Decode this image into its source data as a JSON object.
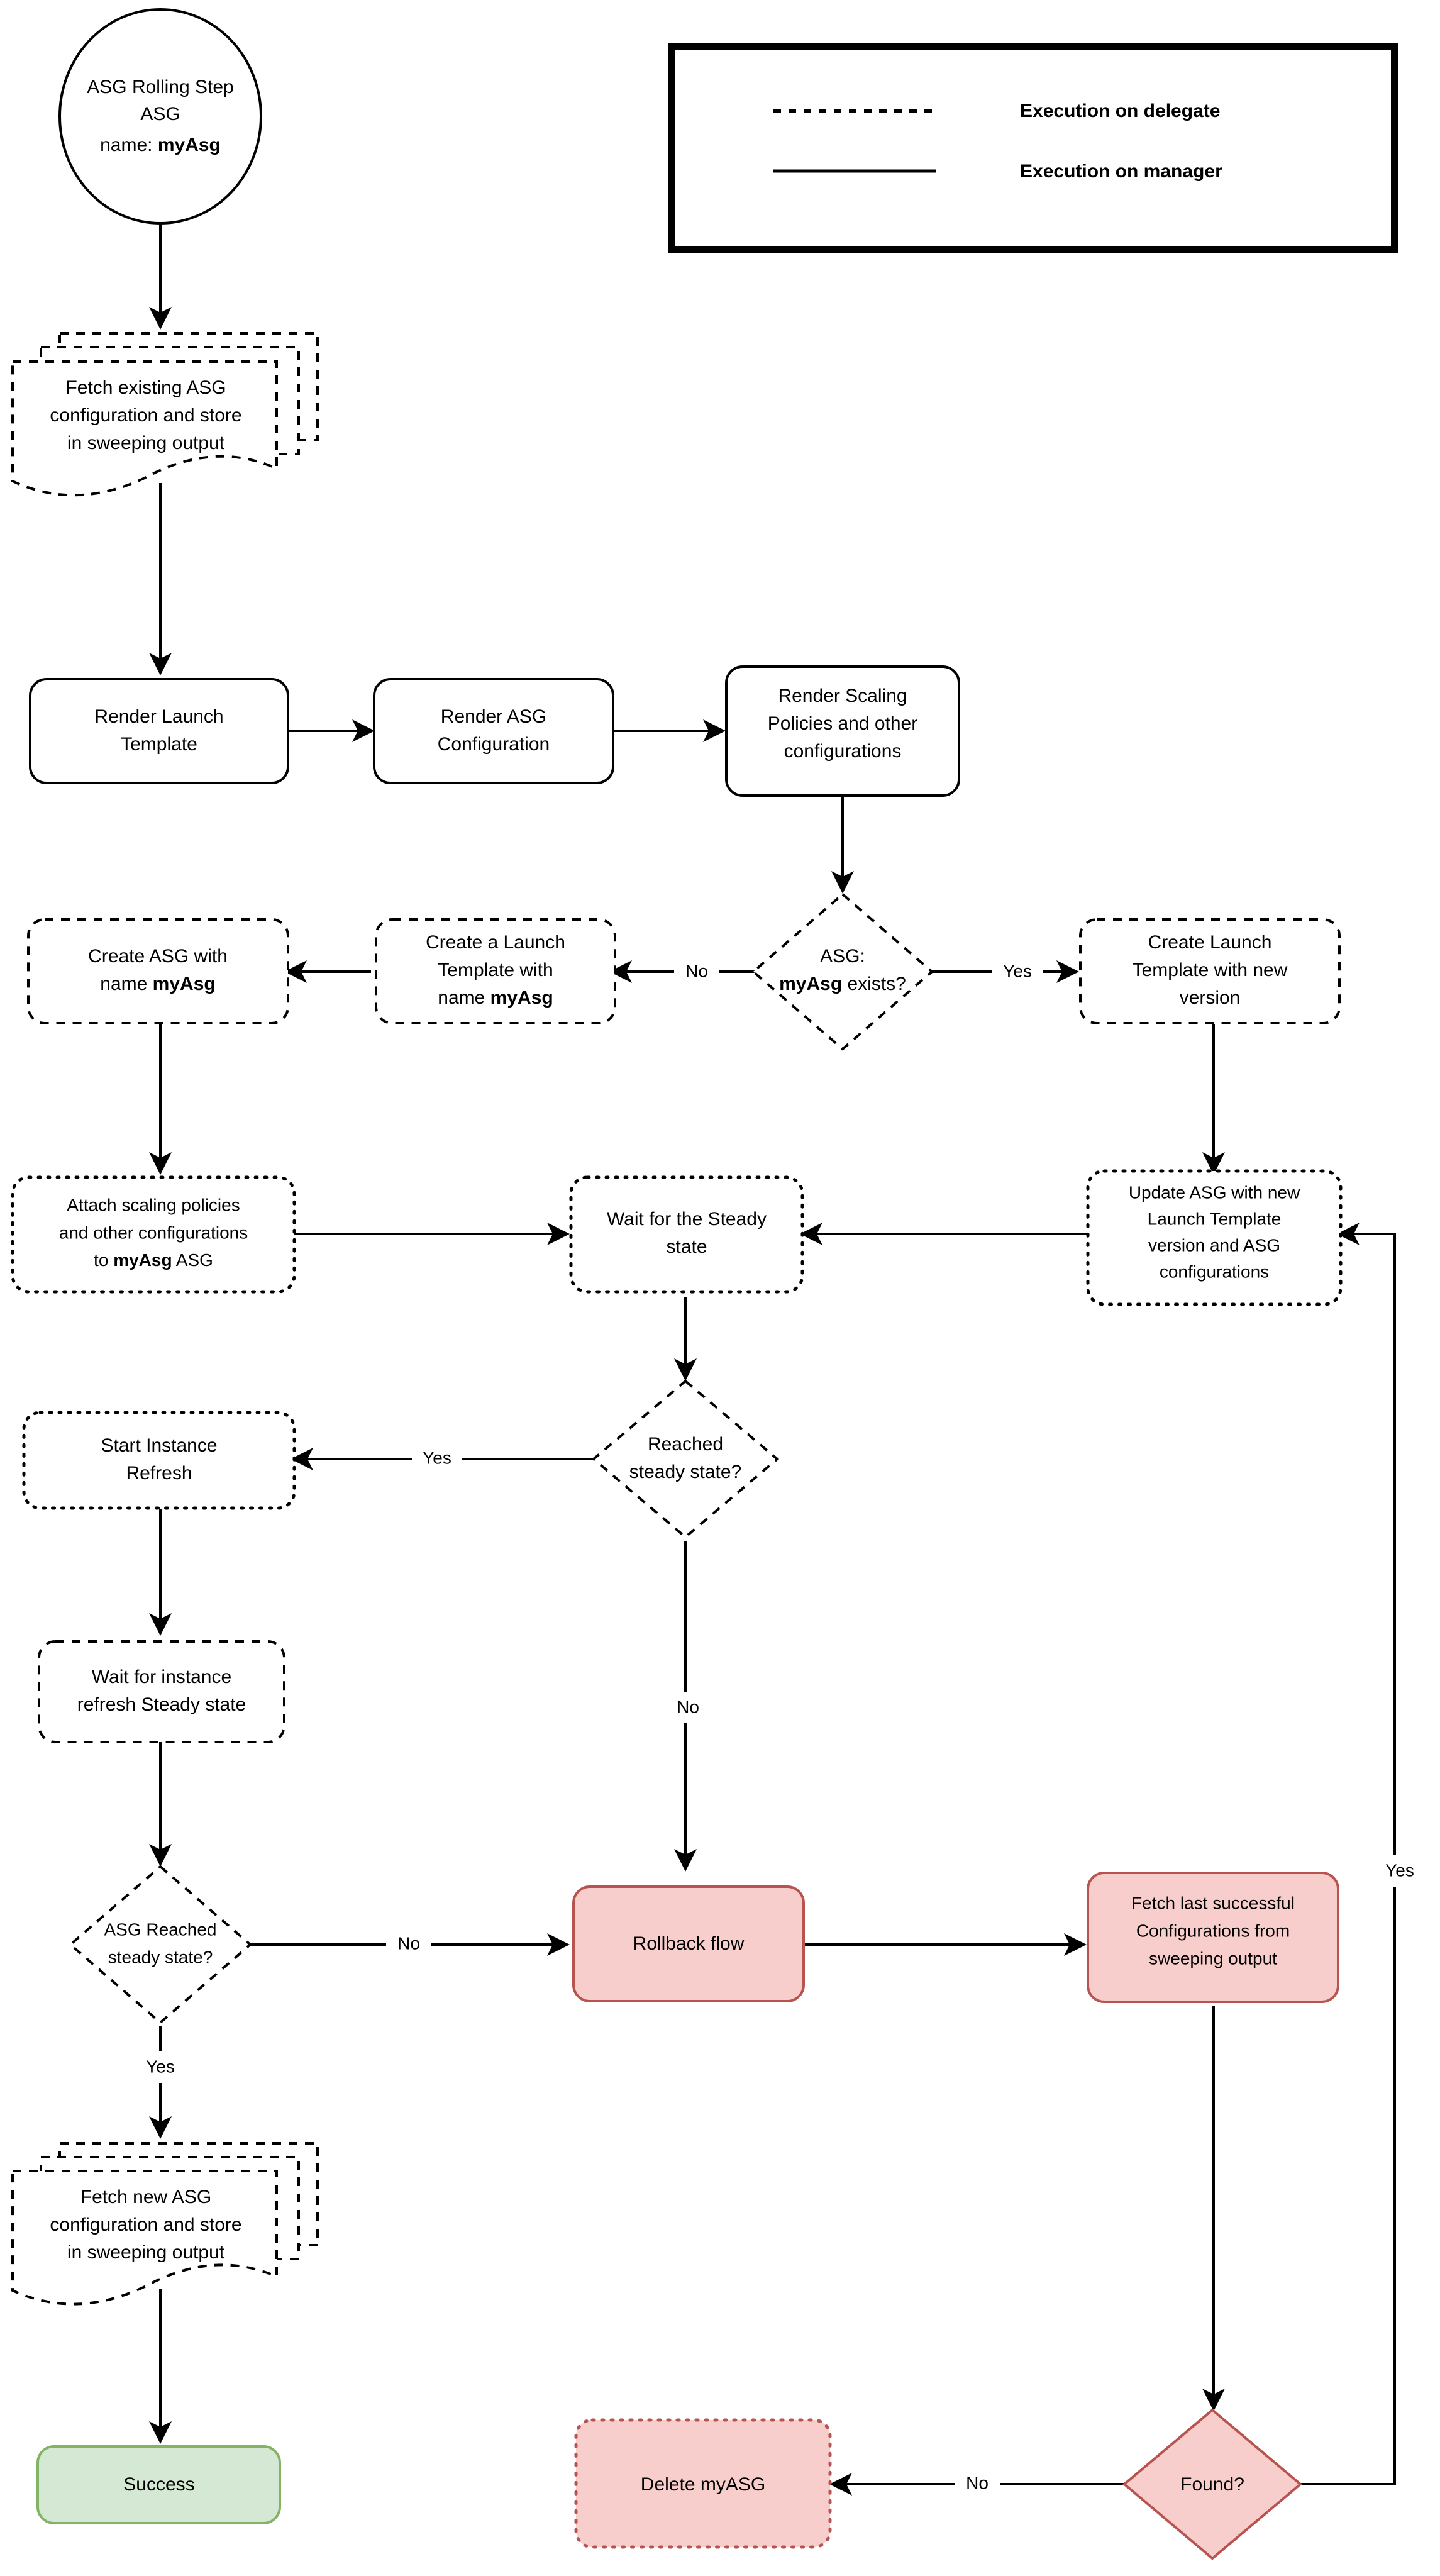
{
  "diagram": {
    "title": "ASG Rolling Step flowchart",
    "colors": {
      "green_fill": "#d5e8d4",
      "green_stroke": "#82b366",
      "pink_fill": "#f8cecc",
      "pink_stroke": "#b85450",
      "line": "#000000",
      "background": "#ffffff"
    },
    "legend": {
      "items": [
        {
          "style": "dashed",
          "label": "Execution on delegate"
        },
        {
          "style": "solid",
          "label": "Execution on manager"
        }
      ]
    },
    "nodes": {
      "start": {
        "shape": "ellipse",
        "line1": "ASG Rolling Step",
        "line2": "ASG",
        "line3_prefix": "name: ",
        "line3_bold": "myAsg"
      },
      "fetch_existing": {
        "shape": "multi-document",
        "line1": "Fetch existing ASG",
        "line2": "configuration and store",
        "line3": "in sweeping output"
      },
      "render_launch_template": {
        "shape": "rounded-rect",
        "line1": "Render Launch",
        "line2": "Template"
      },
      "render_asg_config": {
        "shape": "rounded-rect",
        "line1": "Render ASG",
        "line2": "Configuration"
      },
      "render_scaling_policies": {
        "shape": "rounded-rect",
        "line1": "Render Scaling",
        "line2": "Policies and other",
        "line3": "configurations"
      },
      "asg_exists": {
        "shape": "diamond",
        "line1": "ASG:",
        "line2_bold": "myAsg",
        "line2_rest": " exists?"
      },
      "create_launch_template_new_version": {
        "shape": "rounded-rect",
        "line1": "Create Launch",
        "line2": "Template with new",
        "line3": "version"
      },
      "create_a_launch_template": {
        "shape": "rounded-rect",
        "line1": "Create a Launch",
        "line2": "Template with",
        "line3_prefix": "name ",
        "line3_bold": "myAsg"
      },
      "create_asg": {
        "shape": "rounded-rect",
        "line1": "Create ASG with",
        "line2_prefix": "name ",
        "line2_bold": "myAsg"
      },
      "attach_scaling_policies": {
        "shape": "rounded-rect",
        "line1": "Attach scaling policies",
        "line2": "and other configurations",
        "line3_prefix": "to ",
        "line3_bold": "myAsg",
        "line3_suffix": " ASG"
      },
      "wait_steady_state": {
        "shape": "rounded-rect",
        "line1": "Wait for the Steady",
        "line2": "state"
      },
      "update_asg": {
        "shape": "rounded-rect",
        "line1": "Update ASG with new",
        "line2": "Launch Template",
        "line3": "version and ASG",
        "line4": "configurations"
      },
      "reached_steady_state": {
        "shape": "diamond",
        "line1": "Reached",
        "line2": "steady state?"
      },
      "start_instance_refresh": {
        "shape": "rounded-rect",
        "line1": "Start Instance",
        "line2": "Refresh"
      },
      "wait_instance_refresh": {
        "shape": "rounded-rect",
        "line1": "Wait for instance",
        "line2": "refresh Steady state"
      },
      "asg_reached_steady_state": {
        "shape": "diamond",
        "line1": "ASG Reached",
        "line2": "steady state?"
      },
      "rollback_flow": {
        "shape": "rounded-rect",
        "line1": "Rollback flow"
      },
      "fetch_last_successful": {
        "shape": "rounded-rect",
        "line1": "Fetch last successful",
        "line2": "Configurations from",
        "line3": "sweeping output"
      },
      "fetch_new_asg": {
        "shape": "multi-document",
        "line1": "Fetch new ASG",
        "line2": "configuration and store",
        "line3": "in sweeping output"
      },
      "success": {
        "shape": "rounded-rect",
        "line1": "Success"
      },
      "delete_myasg": {
        "shape": "rounded-rect",
        "line1": "Delete myASG"
      },
      "found": {
        "shape": "diamond",
        "line1": "Found?"
      }
    },
    "edge_labels": {
      "no_from_asg_exists": "No",
      "yes_from_asg_exists": "Yes",
      "yes_from_reached_steady": "Yes",
      "no_from_reached_steady": "No",
      "no_from_asg_reached_steady": "No",
      "yes_from_asg_reached_steady": "Yes",
      "no_from_found": "No",
      "yes_from_found": "Yes"
    }
  }
}
